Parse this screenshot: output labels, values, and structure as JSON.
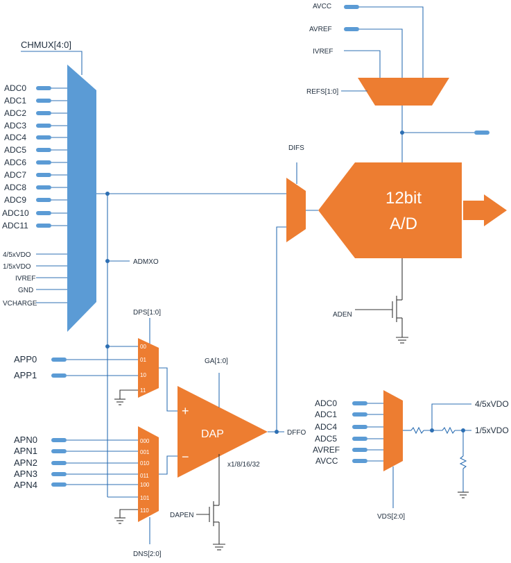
{
  "chmux": {
    "select_label": "CHMUX[4:0]",
    "adc_inputs": [
      "ADC0",
      "ADC1",
      "ADC2",
      "ADC3",
      "ADC4",
      "ADC5",
      "ADC6",
      "ADC7",
      "ADC8",
      "ADC9",
      "ADC10",
      "ADC11"
    ],
    "internal_inputs": [
      "4/5xVDO",
      "1/5xVDO",
      "IVREF",
      "GND",
      "VCHARGE"
    ],
    "output_label": "ADMXO"
  },
  "refs": {
    "inputs": [
      "AVCC",
      "AVREF",
      "IVREF"
    ],
    "select_label": "REFS[1:0]"
  },
  "adc": {
    "line1": "12bit",
    "line2": "A/D",
    "enable_label": "ADEN",
    "difs_label": "DIFS"
  },
  "dps": {
    "select_label": "DPS[1:0]",
    "codes": [
      "00",
      "01",
      "10",
      "11"
    ],
    "inputs": [
      "APP0",
      "APP1"
    ]
  },
  "dns": {
    "select_label": "DNS[2:0]",
    "codes": [
      "000",
      "001",
      "010",
      "011",
      "100",
      "101",
      "110"
    ],
    "inputs": [
      "APN0",
      "APN1",
      "APN2",
      "APN3",
      "APN4"
    ]
  },
  "dap": {
    "name": "DAP",
    "plus": "+",
    "minus": "−",
    "gain_select": "GA[1:0]",
    "gain_values": "x1/8/16/32",
    "output": "DFFO",
    "enable_label": "DAPEN"
  },
  "vds": {
    "inputs": [
      "ADC0",
      "ADC1",
      "ADC4",
      "ADC5",
      "AVREF",
      "AVCC"
    ],
    "select_label": "VDS[2:0]",
    "outputs": [
      "4/5xVDO",
      "1/5xVDO"
    ]
  }
}
